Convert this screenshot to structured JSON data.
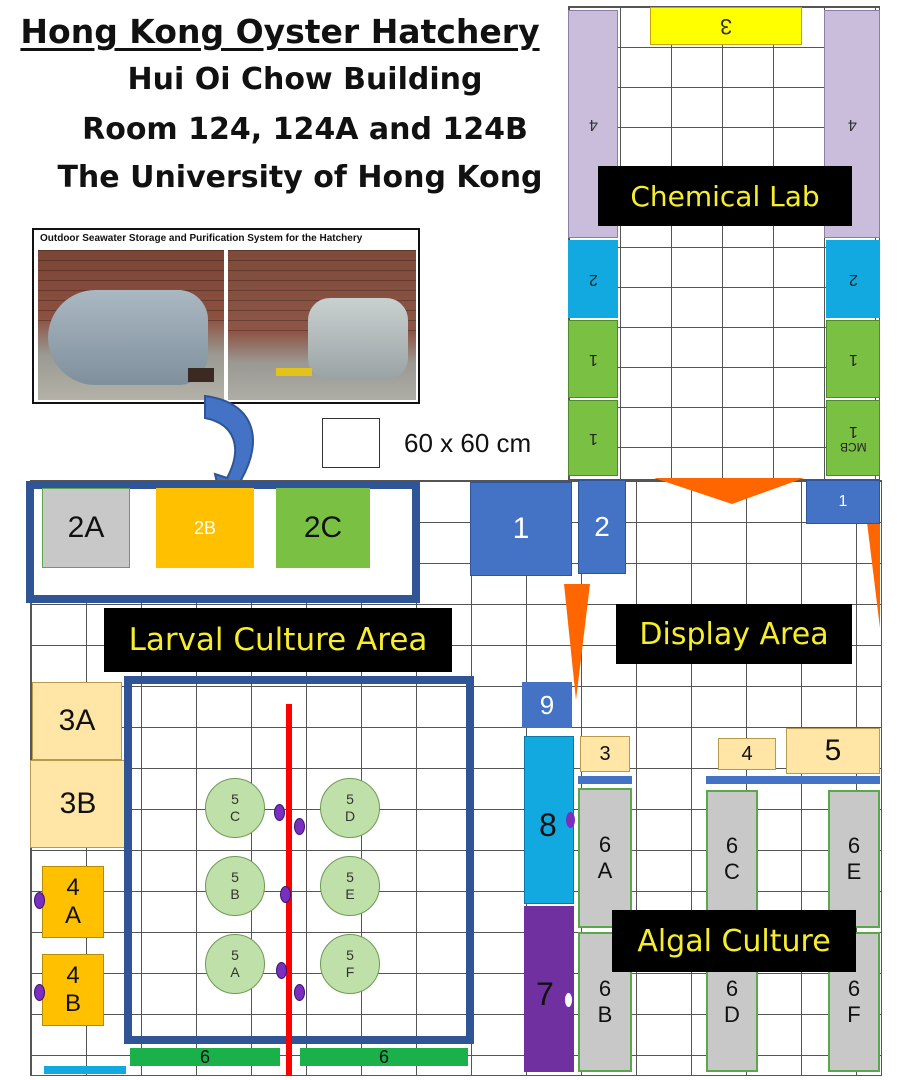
{
  "header": {
    "title": "Hong Kong Oyster Hatchery",
    "building": "Hui Oi Chow Building",
    "rooms": "Room 124, 124A and 124B",
    "university": "The University of Hong Kong"
  },
  "photo": {
    "caption": "Outdoor Seawater Storage and Purification System for the Hatchery"
  },
  "scale": {
    "label": "60 x 60 cm"
  },
  "areas": {
    "chemical_lab": "Chemical Lab",
    "display_area": "Display Area",
    "larval_culture_area": "Larval Culture Area",
    "algal_culture": "Algal Culture"
  },
  "chemical_lab_units": {
    "top": "3",
    "side_left_4": "4",
    "side_right_4": "4",
    "side_left_2": "2",
    "side_right_2": "2",
    "side_left_1a": "1",
    "side_right_1a": "1",
    "side_left_1b": "1",
    "side_right_1b": "1",
    "mcb": "MCB"
  },
  "tanks_2": [
    "2A",
    "2B",
    "2C"
  ],
  "units": {
    "unit_1": "1",
    "unit_2": "2",
    "display_1": "1",
    "unit_9": "9",
    "unit_8": "8",
    "unit_7": "7",
    "unit_3": "3",
    "unit_4": "4",
    "unit_5": "5"
  },
  "tanks_3": [
    "3A",
    "3B"
  ],
  "tanks_4": [
    "4\nA",
    "4\nB"
  ],
  "circles_5": [
    "5\nC",
    "5\nD",
    "5\nB",
    "5\nE",
    "5\nA",
    "5\nF"
  ],
  "bars_6": [
    "6",
    "6"
  ],
  "tanks_6": [
    "6\nA",
    "6\nC",
    "6\nE",
    "6\nB",
    "6\nD",
    "6\nF"
  ],
  "colors": {
    "blue_frame": "#2f5597",
    "unit_blue": "#4472c4",
    "lavender": "#c9bddb",
    "cyan": "#12a8e0",
    "green": "#7ac143",
    "yellow": "#ffff00",
    "orange": "#ffc000",
    "tan": "#ffe6a7",
    "purple": "#7030a0",
    "red": "#ff0000",
    "orange_triangle": "#ff6600"
  }
}
